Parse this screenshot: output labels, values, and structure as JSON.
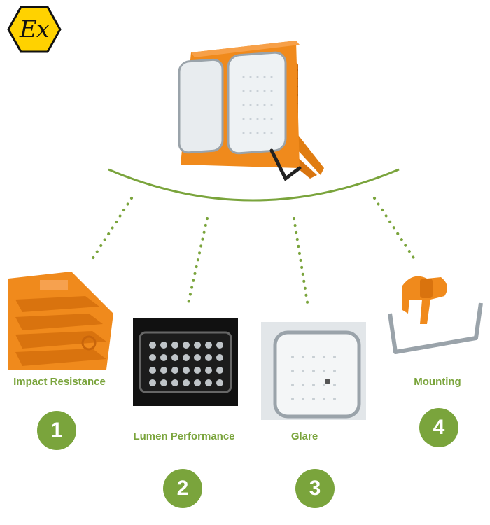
{
  "badge": {
    "text": "Ex",
    "color": "#ffd200"
  },
  "colors": {
    "accent": "#7aa43c",
    "product": "#f08a1c"
  },
  "features": [
    {
      "label": "Impact Resistance",
      "number": "1",
      "icon": "heatsink-closeup-image"
    },
    {
      "label": "Lumen Performance",
      "number": "2",
      "icon": "led-array-closeup-image"
    },
    {
      "label": "Glare",
      "number": "3",
      "icon": "glass-lens-closeup-image"
    },
    {
      "label": "Mounting",
      "number": "4",
      "icon": "mounting-bracket-image"
    }
  ]
}
